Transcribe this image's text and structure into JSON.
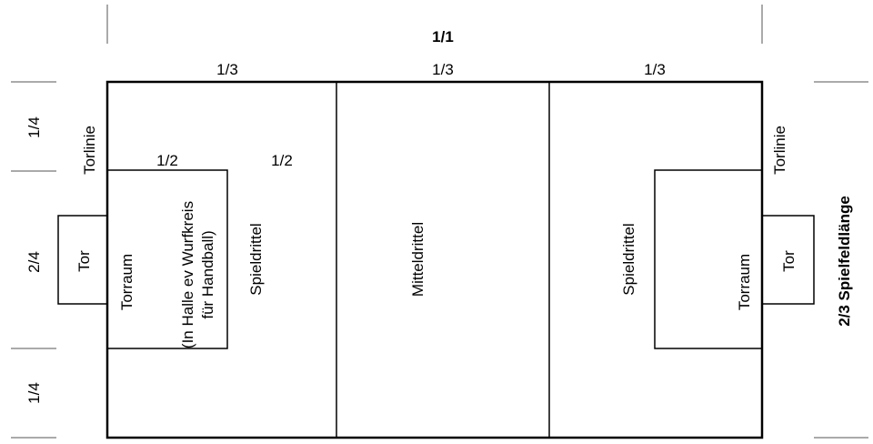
{
  "dimensions": {
    "full_width": "1/1",
    "third_left": "1/3",
    "third_middle": "1/3",
    "third_right": "1/3",
    "quarter_top": "1/4",
    "half_middle": "2/4",
    "quarter_bottom": "1/4",
    "half_goal_area": "1/2",
    "half_rest": "1/2",
    "length_note": "2/3 Spielfeldlänge"
  },
  "labels": {
    "torlinie_left": "Torlinie",
    "torlinie_right": "Torlinie",
    "tor_left": "Tor",
    "tor_right": "Tor",
    "torraum_left": "Torraum",
    "torraum_left_note_1": "(In Halle ev Wurfkreis",
    "torraum_left_note_2": "für Handball)",
    "torraum_right": "Torraum",
    "spieldrittel_left": "Spieldrittel",
    "mitteldrittel": "Mitteldrittel",
    "spieldrittel_right": "Spieldrittel"
  }
}
